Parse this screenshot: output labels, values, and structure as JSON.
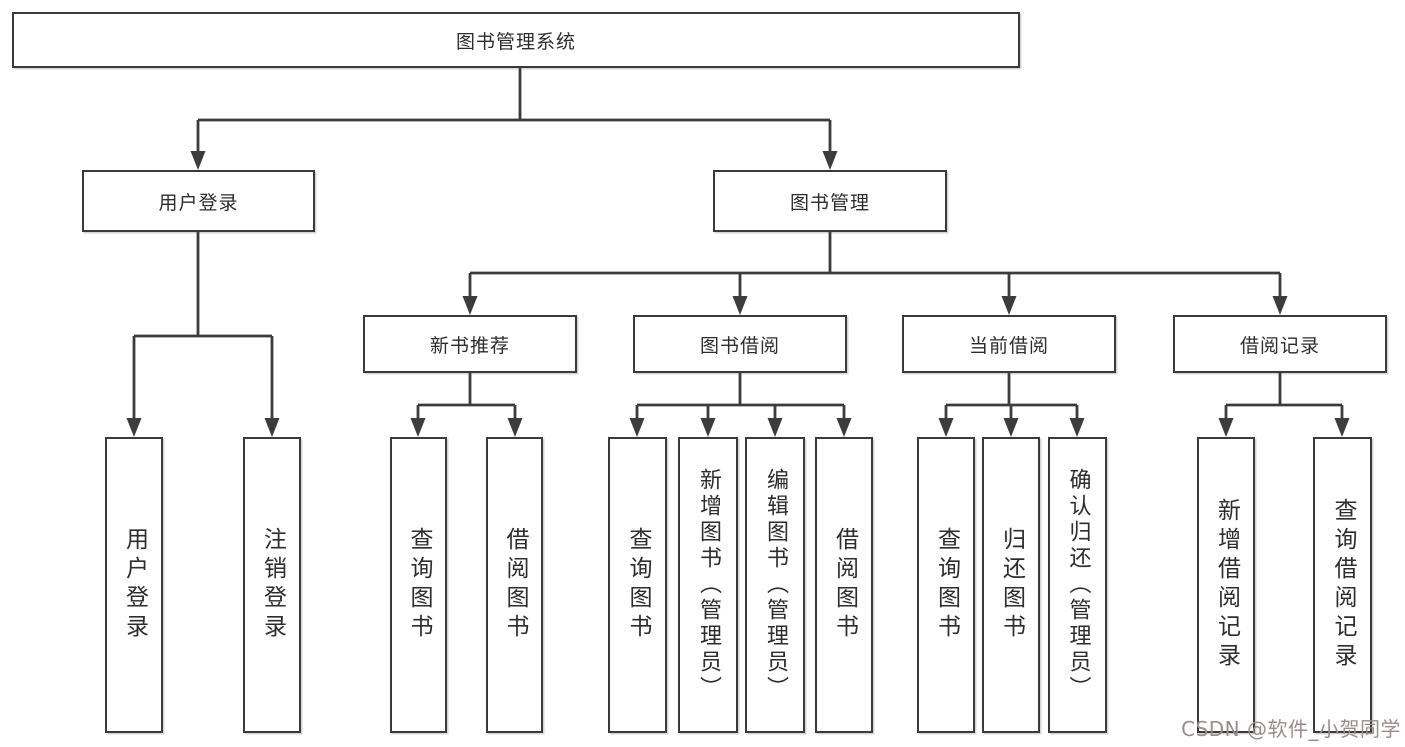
{
  "root": {
    "label": "图书管理系统"
  },
  "branches": {
    "user_login": {
      "label": "用户登录",
      "children": [
        {
          "label": "用户登录"
        },
        {
          "label": "注销登录"
        }
      ]
    },
    "book_management": {
      "label": "图书管理",
      "sections": [
        {
          "label": "新书推荐",
          "children": [
            {
              "label": "查询图书"
            },
            {
              "label": "借阅图书"
            }
          ]
        },
        {
          "label": "图书借阅",
          "children": [
            {
              "label": "查询图书"
            },
            {
              "label": "新增图书（管理员）"
            },
            {
              "label": "编辑图书（管理员）"
            },
            {
              "label": "借阅图书"
            }
          ]
        },
        {
          "label": "当前借阅",
          "children": [
            {
              "label": "查询图书"
            },
            {
              "label": "归还图书"
            },
            {
              "label": "确认归还（管理员）"
            }
          ]
        },
        {
          "label": "借阅记录",
          "children": [
            {
              "label": "新增借阅记录"
            },
            {
              "label": "查询借阅记录"
            }
          ]
        }
      ]
    }
  },
  "watermark": {
    "text": "CSDN @软件_小贺同学"
  },
  "colors": {
    "line": "#3c3c3c",
    "box_background": "#ffffff",
    "text": "#2d2d2d",
    "watermark": "#9a8c8c"
  }
}
